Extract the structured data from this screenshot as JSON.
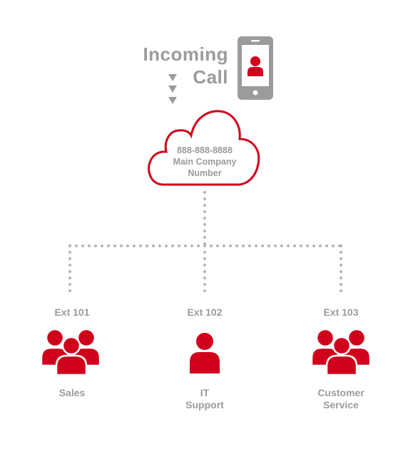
{
  "incoming": {
    "line1": "Incoming",
    "line2": "Call"
  },
  "cloud": {
    "line1": "888-888-8888",
    "line2": "Main Company",
    "line3": "Number"
  },
  "extensions": [
    {
      "ext": "Ext 101",
      "label1": "Sales",
      "label2": ""
    },
    {
      "ext": "Ext 102",
      "label1": "IT",
      "label2": "Support"
    },
    {
      "ext": "Ext 103",
      "label1": "Customer",
      "label2": "Service"
    }
  ],
  "colors": {
    "accent": "#d0021b",
    "gray": "#9b9b9b",
    "dots": "#b5b5b5"
  },
  "icons": [
    "phone-icon",
    "user-icon",
    "down-arrow-icon",
    "cloud-icon",
    "group-icon"
  ]
}
